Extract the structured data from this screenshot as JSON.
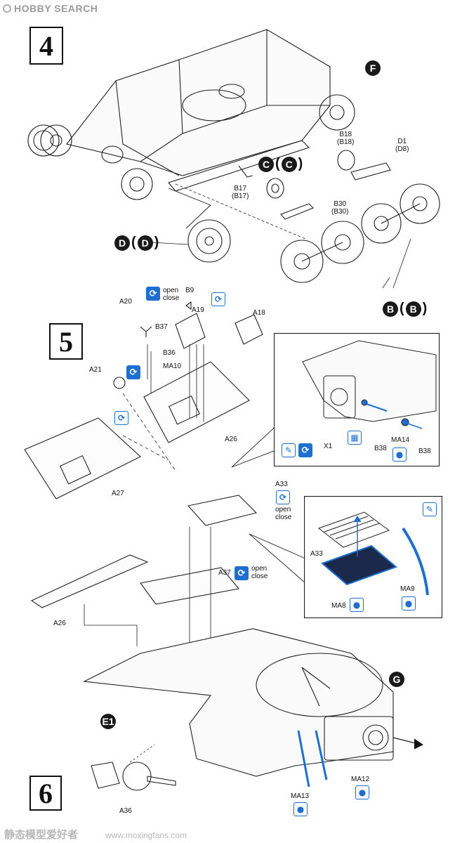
{
  "watermark": {
    "text": "HOBBY SEARCH"
  },
  "steps": {
    "step4": "4",
    "step5": "5",
    "step6": "6"
  },
  "step4": {
    "ref_F": "F",
    "b18": "B18",
    "b18_alt": "(B18)",
    "d1": "D1",
    "d1_alt": "(D8)",
    "c_main": "C",
    "c_alt": "C",
    "b17": "B17",
    "b17_alt": "(B17)",
    "b30": "B30",
    "b30_alt": "(B30)",
    "d_main": "D",
    "d_alt": "D",
    "b_main": "B",
    "b_alt": "B"
  },
  "step5": {
    "open": "open",
    "close": "close",
    "a20": "A20",
    "b9": "B9",
    "a19": "A19",
    "a18": "A18",
    "b37": "B37",
    "b36": "B36",
    "a21": "A21",
    "ma10": "MA10",
    "a26": "A26",
    "a27": "A27",
    "detail": {
      "x1": "X1",
      "b38a": "B38",
      "ma14": "MA14",
      "b38b": "B38"
    }
  },
  "step6": {
    "a33": "A33",
    "open": "open",
    "close": "close",
    "a37": "A37",
    "a26": "A26",
    "ref_G": "G",
    "e1": "E1",
    "a36": "A36",
    "ma13": "MA13",
    "ma12": "MA12",
    "detail": {
      "a33": "A33",
      "ma8": "MA8",
      "ma9": "MA9"
    }
  },
  "icons": {
    "rotate": "rotate-open-close-icon",
    "paint": "paint-brush-icon",
    "glue": "glue-drop-icon",
    "pe": "photo-etch-icon"
  },
  "colors": {
    "accent_blue": "#1e6fd0",
    "line": "#111111"
  },
  "footer": {
    "site_cn": "静态模型爱好者",
    "site_url": "www.moxingfans.com"
  }
}
